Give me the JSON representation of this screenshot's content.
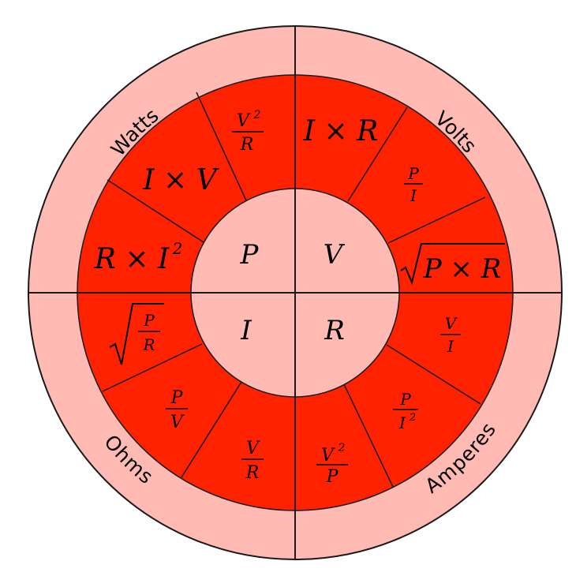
{
  "colors": {
    "outer_ring": "#ffbab3",
    "formula_ring": "#ff2200",
    "center": "#ffbab3",
    "stroke": "#1a1a1a"
  },
  "units": {
    "watts": "Watts",
    "volts": "Volts",
    "ohms": "Ohms",
    "amperes": "Amperes"
  },
  "quantities": {
    "power": "P",
    "voltage": "V",
    "current": "I",
    "resistance": "R"
  },
  "formulas": {
    "p_v2_over_r": {
      "numerator": "V",
      "denominator": "R",
      "exponent": "2"
    },
    "p_i_times_v": "I × V",
    "p_r_times_i2": {
      "text": "R × I",
      "exponent": "2"
    },
    "v_i_times_r": "I × R",
    "v_p_over_i": {
      "numerator": "P",
      "denominator": "I"
    },
    "v_sqrt_p_times_r": "P × R",
    "r_v_over_i": {
      "numerator": "V",
      "denominator": "I"
    },
    "r_p_over_i2": {
      "numerator": "P",
      "denominator": "I",
      "exponent": "2"
    },
    "r_v2_over_p": {
      "numerator": "V",
      "denominator": "P",
      "exponent": "2"
    },
    "i_v_over_r": {
      "numerator": "V",
      "denominator": "R"
    },
    "i_p_over_v": {
      "numerator": "P",
      "denominator": "V"
    },
    "i_sqrt_p_over_r": {
      "numerator": "P",
      "denominator": "R"
    }
  }
}
